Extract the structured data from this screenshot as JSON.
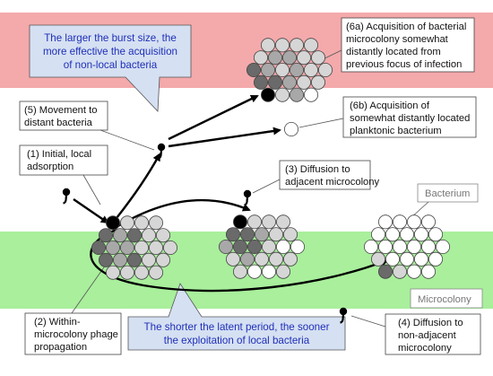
{
  "colors": {
    "pink_band": "#f4a9ab",
    "green_band": "#a9ef9c",
    "callout_fill": "#d5e0f2",
    "callout_text": "#1f2fb8",
    "cell_black": "#000000",
    "cell_dark": "#6a6a6a",
    "cell_mid": "#a8a8a8",
    "cell_light": "#d6d6d6",
    "cell_white": "#ffffff"
  },
  "labels": {
    "initial": [
      "(1) Initial, local",
      "adsorption"
    ],
    "within": [
      "(2) Within-",
      "microcolony phage",
      "propagation"
    ],
    "adjacent": [
      "(3) Diffusion to",
      "adjacent microcolony"
    ],
    "nonadjacent": [
      "(4) Diffusion to",
      "non-adjacent",
      "microcolony"
    ],
    "movement": [
      "(5) Movement to",
      "distant bacteria"
    ],
    "microcolony_6a": [
      "(6a) Acquisition of bacterial",
      "microcolony somewhat",
      "distantly located from",
      "previous focus of infection"
    ],
    "planktonic_6b": [
      "(6b) Acquisition of",
      "somewhat distantly located",
      "planktonic bacterium"
    ],
    "bacterium": "Bacterium",
    "microcolony": "Microcolony"
  },
  "callouts": {
    "burst": [
      "The larger the burst size, the",
      "more effective the acquisition",
      "of non-local bacteria"
    ],
    "latent": [
      "The shorter the latent period, the sooner",
      "the exploitation of local bacteria"
    ]
  },
  "icons": {
    "phage": "phage-icon",
    "bacterium": "bacterium-cell-icon"
  }
}
